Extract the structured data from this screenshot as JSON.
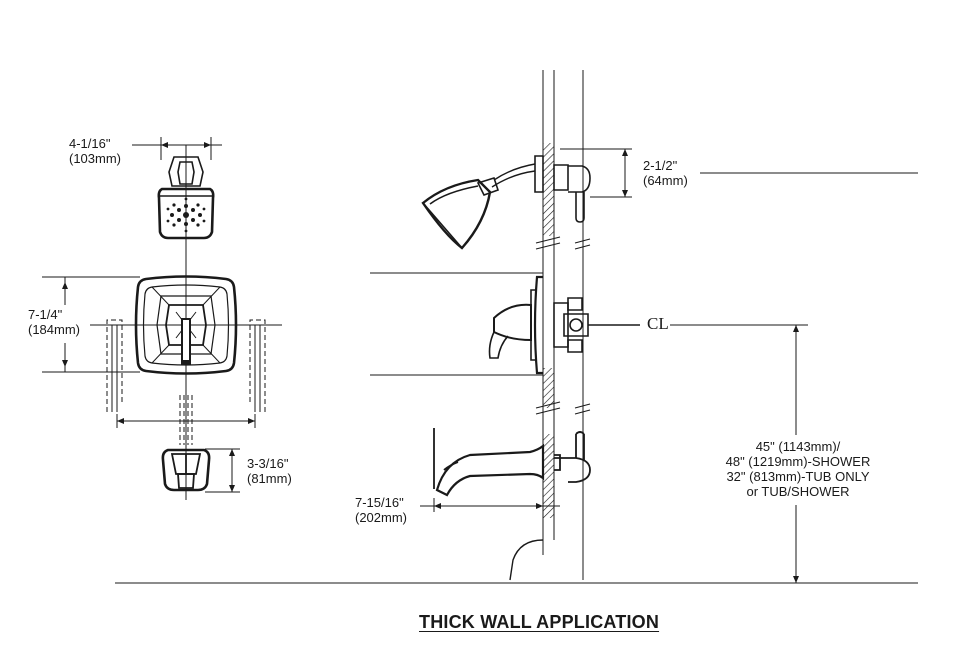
{
  "title": "THICK WALL APPLICATION",
  "dimensions": {
    "showerhead_width": [
      "4-1/16\"",
      "(103mm)"
    ],
    "trim_height": [
      "7-1/4\"",
      "(184mm)"
    ],
    "spout_height": [
      "3-3/16\"",
      "(81mm)"
    ],
    "arm_drop": [
      "2-1/2\"",
      "(64mm)"
    ],
    "spout_reach": [
      "7-15/16\"",
      "(202mm)"
    ],
    "valve_height": [
      "45\" (1143mm)/",
      "48\" (1219mm)-SHOWER",
      "32\" (813mm)-TUB ONLY",
      "or TUB/SHOWER"
    ]
  },
  "centerline_label": "CL",
  "colors": {
    "line": "#1a1a1a",
    "background": "#ffffff"
  }
}
